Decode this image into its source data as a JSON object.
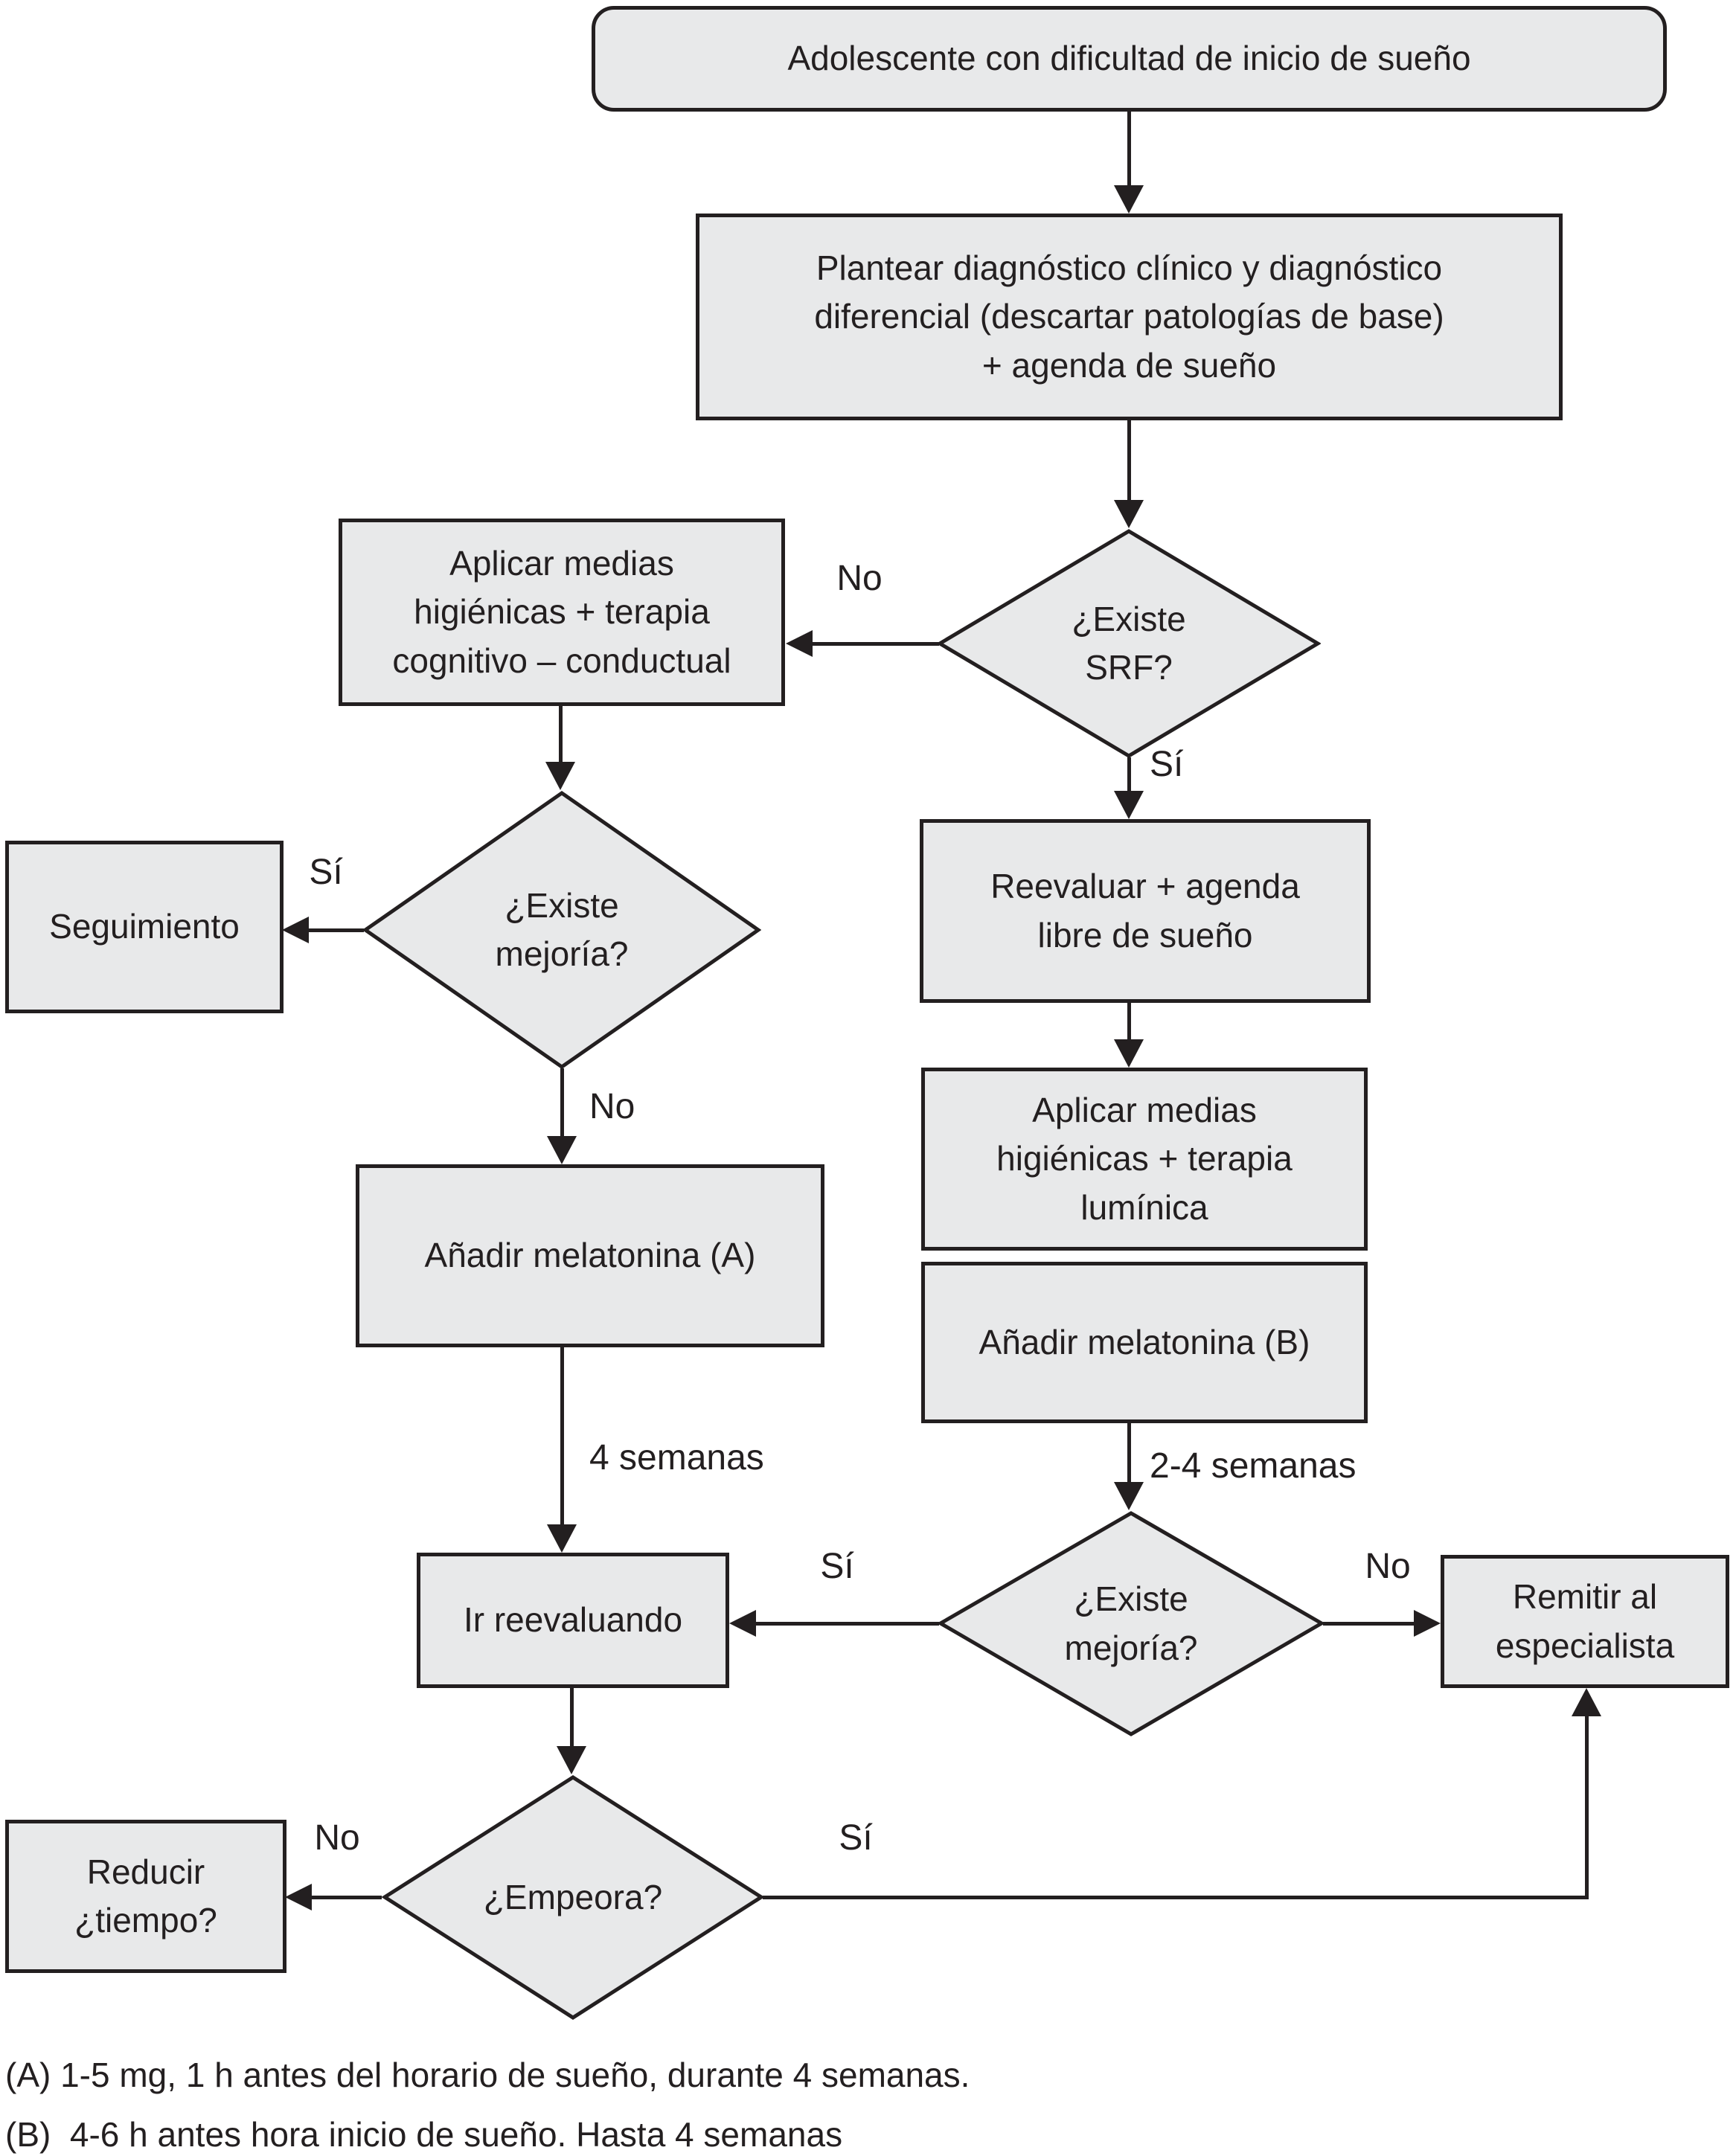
{
  "nodes": {
    "adolescente": {
      "label": "Adolescente con dificultad de inicio de sueño"
    },
    "plantear": {
      "label": "Plantear diagnóstico clínico y diagnóstico\ndiferencial (descartar patologías de base)\n+ agenda de sueño"
    },
    "existe_srf": {
      "label": "¿Existe\nSRF?"
    },
    "aplicar_cognitivo": {
      "label": "Aplicar medias\nhigiénicas + terapia\ncognitivo – conductual"
    },
    "existe_mejoria_1": {
      "label": "¿Existe\nmejoría?"
    },
    "seguimiento": {
      "label": "Seguimiento"
    },
    "reevaluar": {
      "label": "Reevaluar + agenda\nlibre de sueño"
    },
    "aplicar_luminica": {
      "label": "Aplicar medias\nhigiénicas + terapia\nlumínica"
    },
    "melatonina_b": {
      "label": "Añadir melatonina (B)"
    },
    "melatonina_a": {
      "label": "Añadir melatonina (A)"
    },
    "ir_reevaluando": {
      "label": "Ir reevaluando"
    },
    "existe_mejoria_2": {
      "label": "¿Existe\nmejoría?"
    },
    "remitir": {
      "label": "Remitir al\nespecialista"
    },
    "empeora": {
      "label": "¿Empeora?"
    },
    "reducir": {
      "label": "Reducir\n¿tiempo?"
    }
  },
  "edge_labels": {
    "srf_no": "No",
    "srf_si": "Sí",
    "mejoria1_si": "Sí",
    "mejoria1_no": "No",
    "melatonina_a_wait": "4 semanas",
    "melatonina_b_wait": "2-4 semanas",
    "mejoria2_si": "Sí",
    "mejoria2_no": "No",
    "empeora_no": "No",
    "empeora_si": "Sí"
  },
  "footnotes": [
    "(A) 1-5 mg, 1 h antes del horario de sueño, durante 4 semanas.",
    "(B)  4-6 h antes hora inicio de sueño. Hasta 4 semanas"
  ],
  "colors": {
    "node_fill": "#e8e9ea",
    "node_border": "#231f20",
    "line": "#231f20",
    "text": "#231f20",
    "background": "#ffffff"
  }
}
